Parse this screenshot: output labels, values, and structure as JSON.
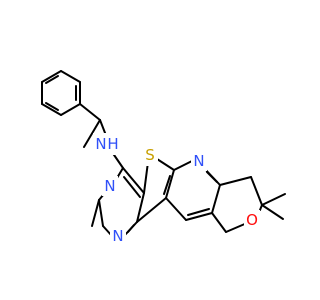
{
  "atom_labels": {
    "n_amine": "N",
    "h_amine": "H",
    "s_thiophene": "S",
    "n_pyrimidine_top": "N",
    "n_pyrimidine_bottom": "N",
    "n_pyridine": "N",
    "o_pyran": "O"
  },
  "colors": {
    "nitrogen": "#3050F8",
    "sulfur": "#C8A000",
    "oxygen": "#FF0D0D",
    "bond": "#000000"
  }
}
